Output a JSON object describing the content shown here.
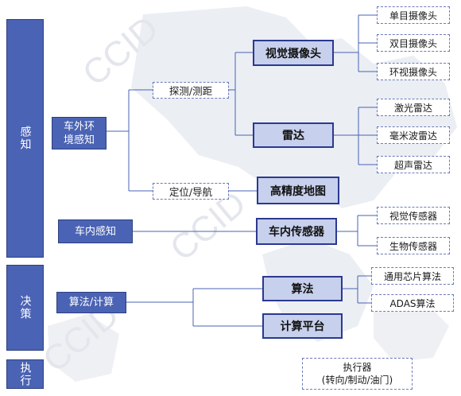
{
  "categories": {
    "perception": "感知",
    "decision": "决策",
    "execution": "执行"
  },
  "perception": {
    "external_env": "车外环境感知",
    "detection": "探测/测距",
    "positioning": "定位/导航",
    "visual_camera": "视觉摄像头",
    "radar": "雷达",
    "hd_map": "高精度地图",
    "camera_types": [
      "单目摄像头",
      "双目摄像头",
      "环视摄像头"
    ],
    "radar_types": [
      "激光雷达",
      "毫米波雷达",
      "超声雷达"
    ],
    "in_car": "车内感知",
    "in_car_sensor": "车内传感器",
    "sensor_types": [
      "视觉传感器",
      "生物传感器"
    ]
  },
  "decision": {
    "algo_compute": "算法/计算",
    "algorithm": "算法",
    "compute_platform": "计算平台",
    "chip_types": [
      "通用芯片算法",
      "ADAS算法"
    ]
  },
  "execution": {
    "actuator_line1": "执行器",
    "actuator_line2": "(转向/制动/油门)"
  },
  "watermark": "CCID",
  "colors": {
    "category_fill": "#4a63b4",
    "highlight_fill": "#c7d0ec",
    "highlight_border": "#2b3990",
    "connector": "#4a63b4",
    "map": "#ebeef3"
  }
}
